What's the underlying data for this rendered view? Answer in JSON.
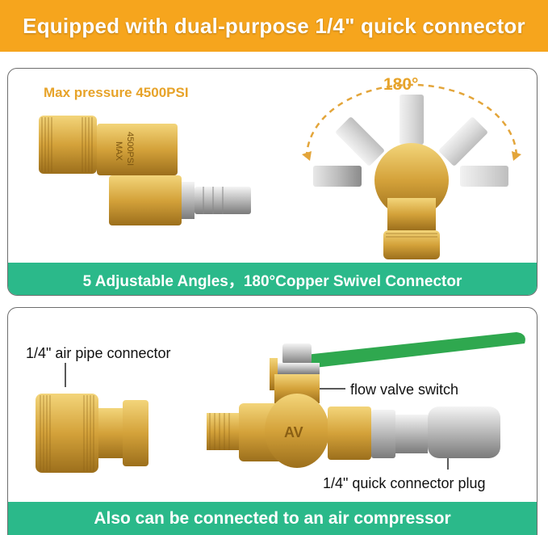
{
  "banner": {
    "title": "Equipped with dual-purpose 1/4\" quick connector"
  },
  "top_panel": {
    "max_pressure_label": "Max pressure 4500PSI",
    "engraving": "4500PSI",
    "engraving_top": "MAX",
    "angle_label": "180°",
    "caption": "5 Adjustable Angles，180°Copper Swivel Connector"
  },
  "bottom_panel": {
    "air_pipe_label": "1/4\" air pipe connector",
    "valve_label": "flow valve switch",
    "plug_label": "1/4\" quick connector plug",
    "valve_mark": "AV",
    "caption": "Also can be connected to an air compressor"
  },
  "colors": {
    "banner": "#f6a51d",
    "caption_bar": "#2bb98a",
    "brass": "#d4a23a",
    "handle": "#2fa84f",
    "accent_text": "#e7a329"
  }
}
